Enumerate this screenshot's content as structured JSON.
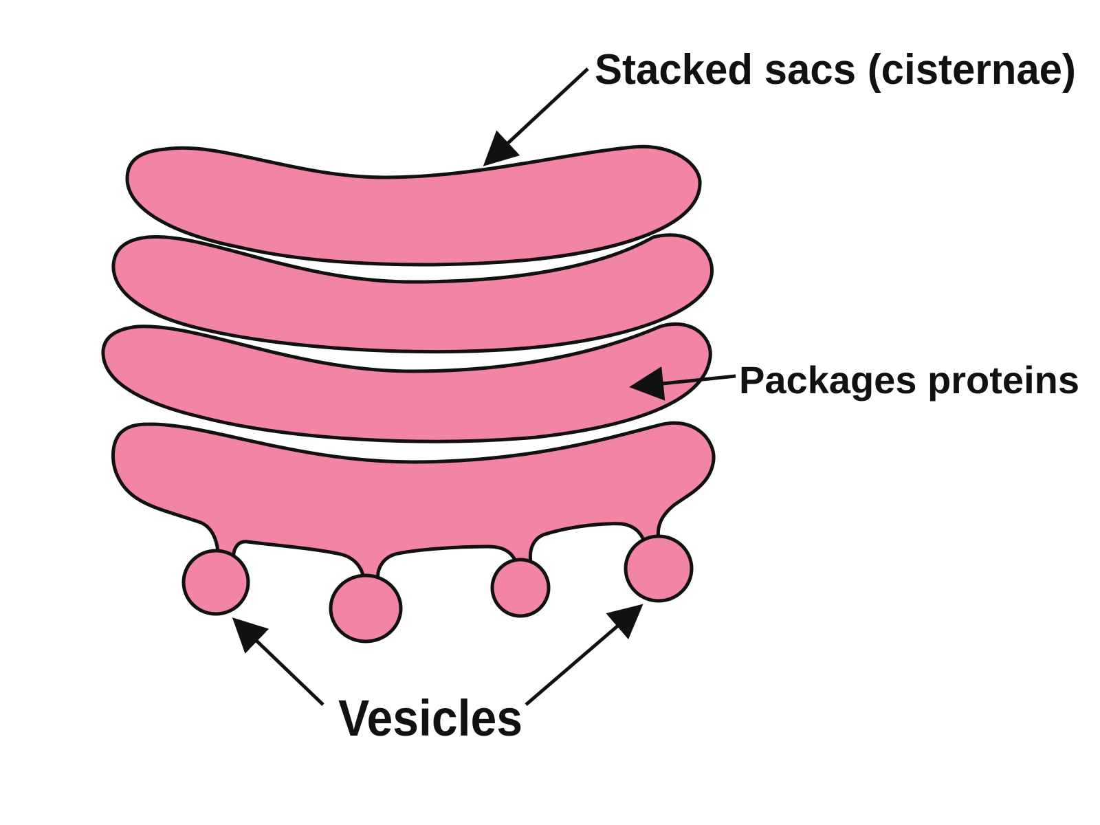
{
  "colors": {
    "background": "#ffffff",
    "sac_fill": "#f285a3",
    "outline": "#111111",
    "text": "#111111"
  },
  "labels": {
    "stacked_sacs": "Stacked sacs (cisternae)",
    "packages_proteins": "Packages proteins",
    "vesicles": "Vesicles"
  }
}
